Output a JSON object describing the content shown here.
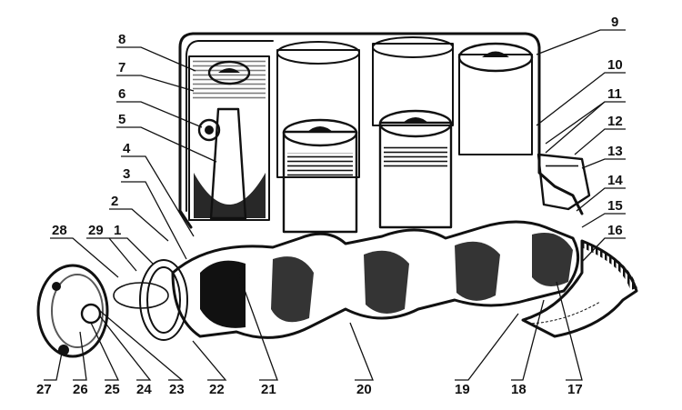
{
  "callouts": [
    {
      "id": "c8",
      "label": "8"
    },
    {
      "id": "c7",
      "label": "7"
    },
    {
      "id": "c6",
      "label": "6"
    },
    {
      "id": "c5",
      "label": "5"
    },
    {
      "id": "c4",
      "label": "4"
    },
    {
      "id": "c3",
      "label": "3"
    },
    {
      "id": "c2",
      "label": "2"
    },
    {
      "id": "c1",
      "label": "1"
    },
    {
      "id": "c28",
      "label": "28"
    },
    {
      "id": "c29",
      "label": "29"
    },
    {
      "id": "c9",
      "label": "9"
    },
    {
      "id": "c10",
      "label": "10"
    },
    {
      "id": "c11",
      "label": "11"
    },
    {
      "id": "c12",
      "label": "12"
    },
    {
      "id": "c13",
      "label": "13"
    },
    {
      "id": "c14",
      "label": "14"
    },
    {
      "id": "c15",
      "label": "15"
    },
    {
      "id": "c16",
      "label": "16"
    },
    {
      "id": "c27",
      "label": "27"
    },
    {
      "id": "c26",
      "label": "26"
    },
    {
      "id": "c25",
      "label": "25"
    },
    {
      "id": "c24",
      "label": "24"
    },
    {
      "id": "c23",
      "label": "23"
    },
    {
      "id": "c22",
      "label": "22"
    },
    {
      "id": "c21",
      "label": "21"
    },
    {
      "id": "c20",
      "label": "20"
    },
    {
      "id": "c19",
      "label": "19"
    },
    {
      "id": "c18",
      "label": "18"
    },
    {
      "id": "c17",
      "label": "17"
    }
  ]
}
